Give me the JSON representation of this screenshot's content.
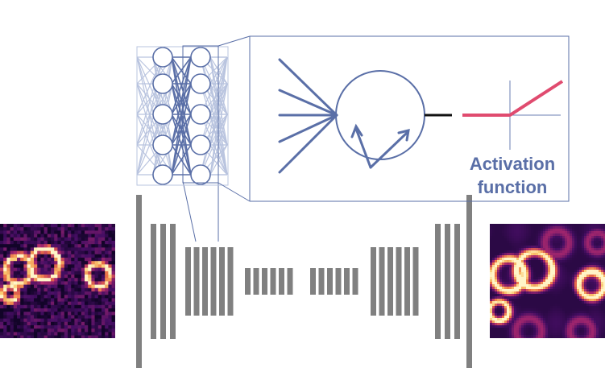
{
  "activation": {
    "label_line1": "Activation",
    "label_line2": "function"
  },
  "colors": {
    "net_blue": "#5a6fa7",
    "net_light": "#b9c4df",
    "bar_gray": "#808080",
    "activation_red": "#e04b6f",
    "axis_blue": "#6b7fb3",
    "label_blue": "#5a6fa7"
  },
  "encoder_decoder": {
    "bar_groups": [
      1,
      3,
      6,
      6,
      6,
      6,
      3,
      1
    ]
  }
}
